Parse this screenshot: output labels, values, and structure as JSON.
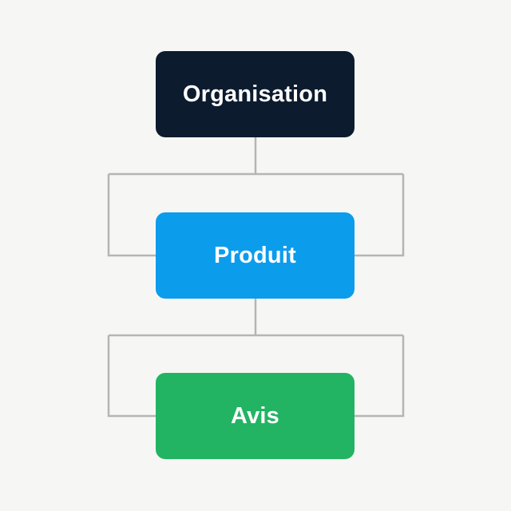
{
  "diagram": {
    "nodes": [
      {
        "id": "organisation",
        "label": "Organisation",
        "color": "#0c1b2e"
      },
      {
        "id": "produit",
        "label": "Produit",
        "color": "#0c9cec"
      },
      {
        "id": "avis",
        "label": "Avis",
        "color": "#22b463"
      }
    ],
    "edges": [
      {
        "from": "organisation",
        "to": "produit"
      },
      {
        "from": "produit",
        "to": "avis"
      }
    ],
    "connector_color": "#b4b6b3"
  }
}
